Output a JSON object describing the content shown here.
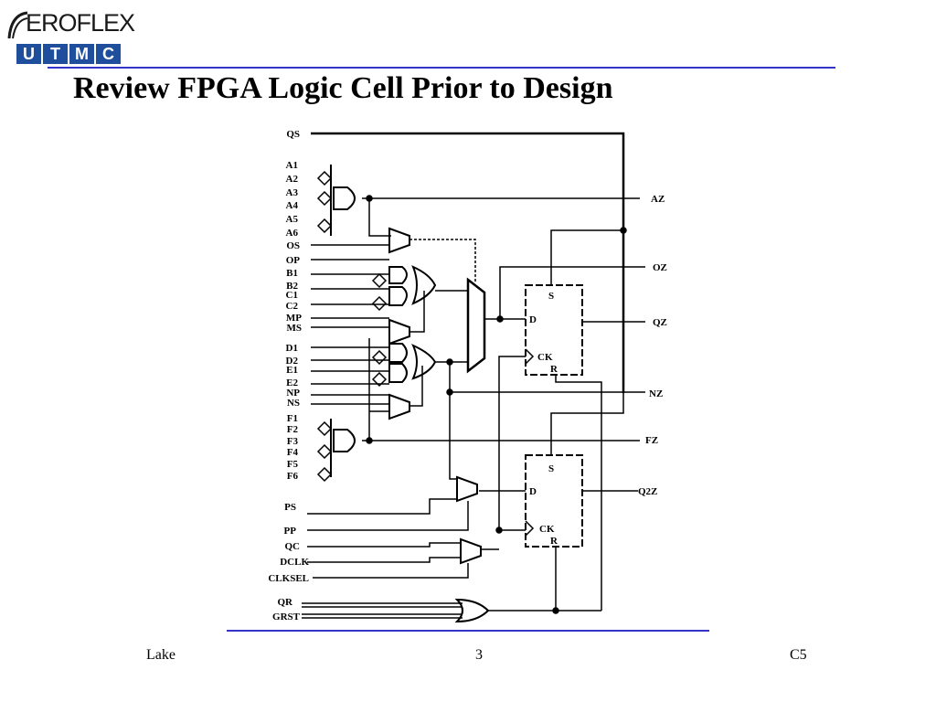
{
  "logo": {
    "brand": "EROFLEX",
    "division_letters": [
      "U",
      "T",
      "M",
      "C"
    ]
  },
  "title": "Review FPGA Logic Cell Prior to Design",
  "diagram": {
    "left_inputs": [
      "QS",
      "A1",
      "A2",
      "A3",
      "A4",
      "A5",
      "A6",
      "OS",
      "OP",
      "B1",
      "B2",
      "C1",
      "C2",
      "MP",
      "MS",
      "D1",
      "D2",
      "E1",
      "E2",
      "NP",
      "NS",
      "F1",
      "F2",
      "F3",
      "F4",
      "F5",
      "F6",
      "PS",
      "PP",
      "QC",
      "DCLK",
      "CLKSEL",
      "QR",
      "GRST"
    ],
    "right_outputs": [
      "AZ",
      "OZ",
      "QZ",
      "NZ",
      "FZ",
      "Q2Z"
    ],
    "flipflop_pins": {
      "set": "S",
      "data": "D",
      "clock": "CK",
      "reset": "R"
    }
  },
  "footer": {
    "left": "Lake",
    "center": "3",
    "right": "C5"
  }
}
